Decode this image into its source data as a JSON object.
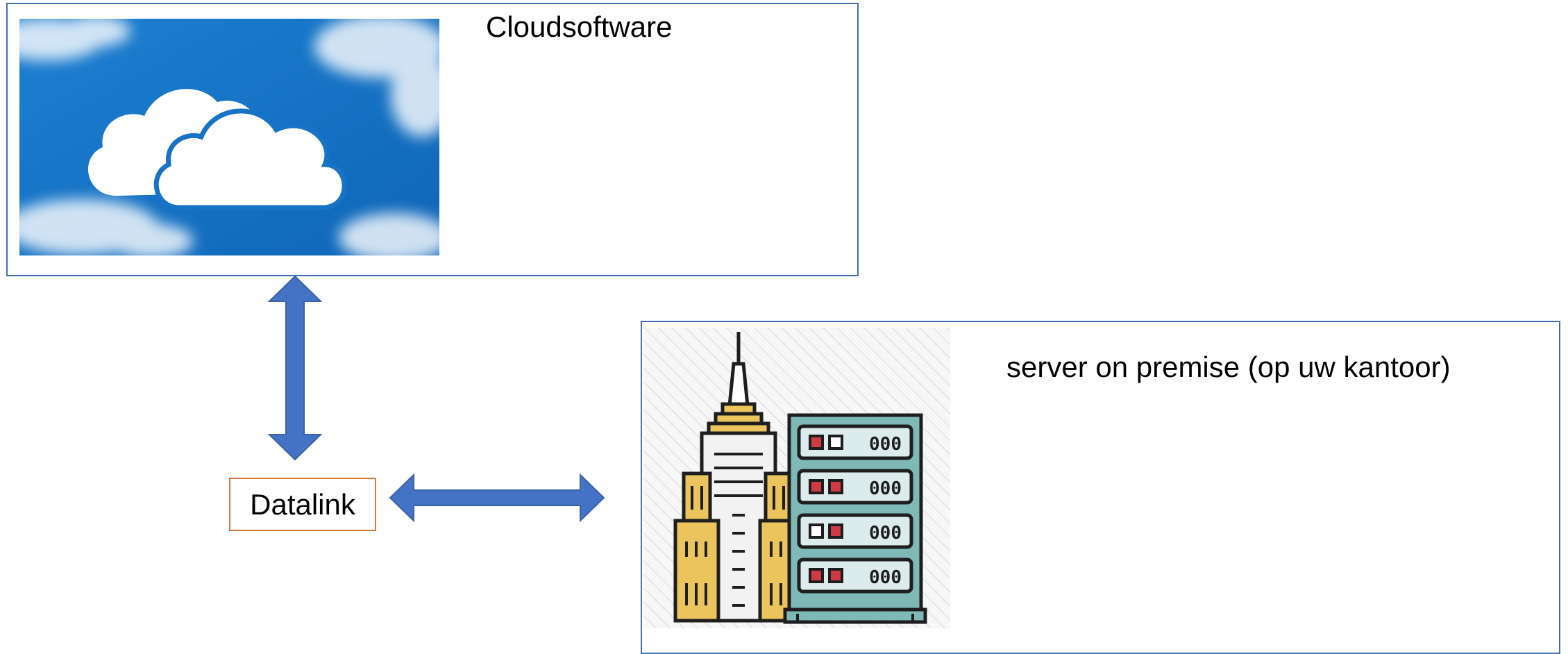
{
  "diagram": {
    "cloud_node": {
      "title": "Cloudsoftware",
      "icon": "cloud-icon",
      "sky_color": "#1673c6"
    },
    "server_node": {
      "title": "server on premise (op uw kantoor)",
      "icon": "office-server-icon",
      "server_lights": [
        [
          "red",
          "white"
        ],
        [
          "red",
          "red"
        ],
        [
          "white",
          "red"
        ],
        [
          "red",
          "red"
        ]
      ],
      "rack_labels": [
        "000",
        "000",
        "000",
        "000"
      ]
    },
    "link_node": {
      "label": "Datalink"
    },
    "colors": {
      "frame": "#3f6fb5",
      "arrow": "#4472c4",
      "datalink_border": "#d9793a"
    }
  }
}
